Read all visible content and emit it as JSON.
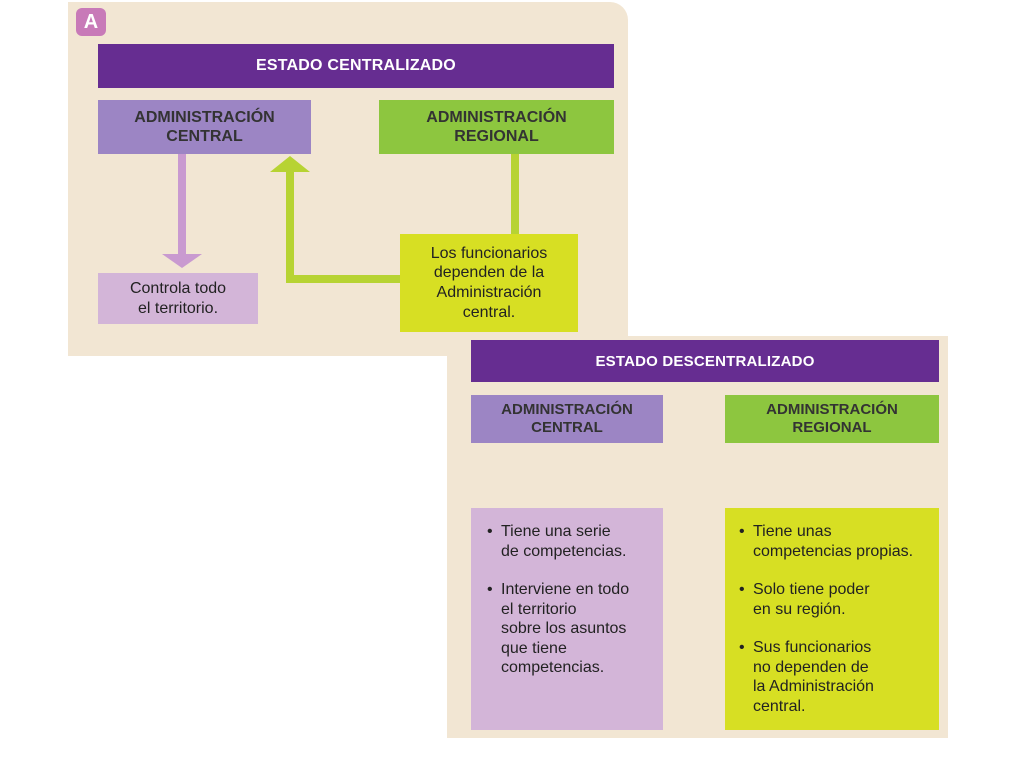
{
  "badge": "A",
  "centralized": {
    "title": "ESTADO CENTRALIZADO",
    "central_header": "ADMINISTRACIÓN\nCENTRAL",
    "regional_header": "ADMINISTRACIÓN\nREGIONAL",
    "central_box": "Controla todo\nel territorio.",
    "regional_box": "Los funcionarios\ndependen de la\nAdministración\ncentral."
  },
  "decentralized": {
    "title": "ESTADO DESCENTRALIZADO",
    "central_header": "ADMINISTRACIÓN\nCENTRAL",
    "regional_header": "ADMINISTRACIÓN\nREGIONAL",
    "central_items": [
      "Tiene una serie\nde competencias.",
      "Interviene en todo\nel territorio\nsobre los asuntos\nque tiene\ncompetencias."
    ],
    "regional_items": [
      "Tiene unas\ncompetencias propias.",
      "Solo tiene poder\nen su región.",
      "Sus funcionarios\nno dependen de\nla Administración\ncentral."
    ]
  },
  "colors": {
    "panel": "#f2e6d3",
    "title_purple": "#662d91",
    "lavender": "#9c85c4",
    "light_lavender": "#d3b5d8",
    "green": "#8dc63f",
    "yellow_green": "#d7df23",
    "arrow_lavender": "#c99ad0",
    "arrow_green": "#b7d333"
  }
}
